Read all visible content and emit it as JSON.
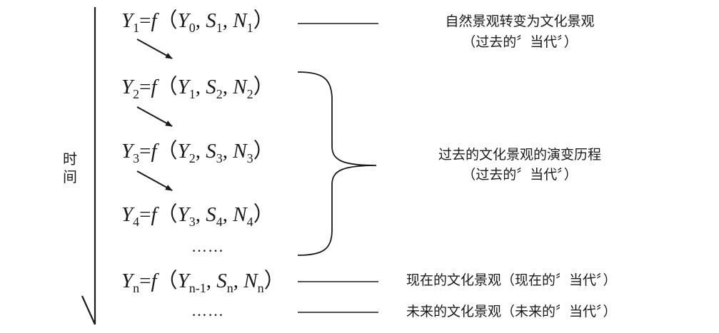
{
  "time_axis": {
    "chars": [
      "时",
      "间"
    ]
  },
  "formulas": [
    {
      "y": "Y",
      "ys": "1",
      "eq": "=",
      "f": "f",
      "a": "Y",
      "as": "0",
      "b": "S",
      "bs": "1",
      "c": "N",
      "cs": "1"
    },
    {
      "y": "Y",
      "ys": "2",
      "eq": "=",
      "f": "f",
      "a": "Y",
      "as": "1",
      "b": "S",
      "bs": "2",
      "c": "N",
      "cs": "2"
    },
    {
      "y": "Y",
      "ys": "3",
      "eq": "=",
      "f": "f",
      "a": "Y",
      "as": "2",
      "b": "S",
      "bs": "3",
      "c": "N",
      "cs": "3"
    },
    {
      "y": "Y",
      "ys": "4",
      "eq": "=",
      "f": "f",
      "a": "Y",
      "as": "3",
      "b": "S",
      "bs": "4",
      "c": "N",
      "cs": "4"
    },
    {
      "y": "Y",
      "ys": "n",
      "eq": "=",
      "f": "f",
      "a": "Y",
      "as": "n-1",
      "b": "S",
      "bs": "n",
      "c": "N",
      "cs": "n"
    }
  ],
  "ellipsis": "……",
  "labels": {
    "natural_line1": "自然景观转变为文化景观",
    "natural_line2": "（过去的〞当代〞）",
    "evolution_line1": "过去的文化景观的演变历程",
    "evolution_line2": "（过去的〞当代〞）",
    "present": "现在的文化景观（现在的〞当代〞）",
    "future": "未来的文化景观（未来的〞当代〞）"
  }
}
